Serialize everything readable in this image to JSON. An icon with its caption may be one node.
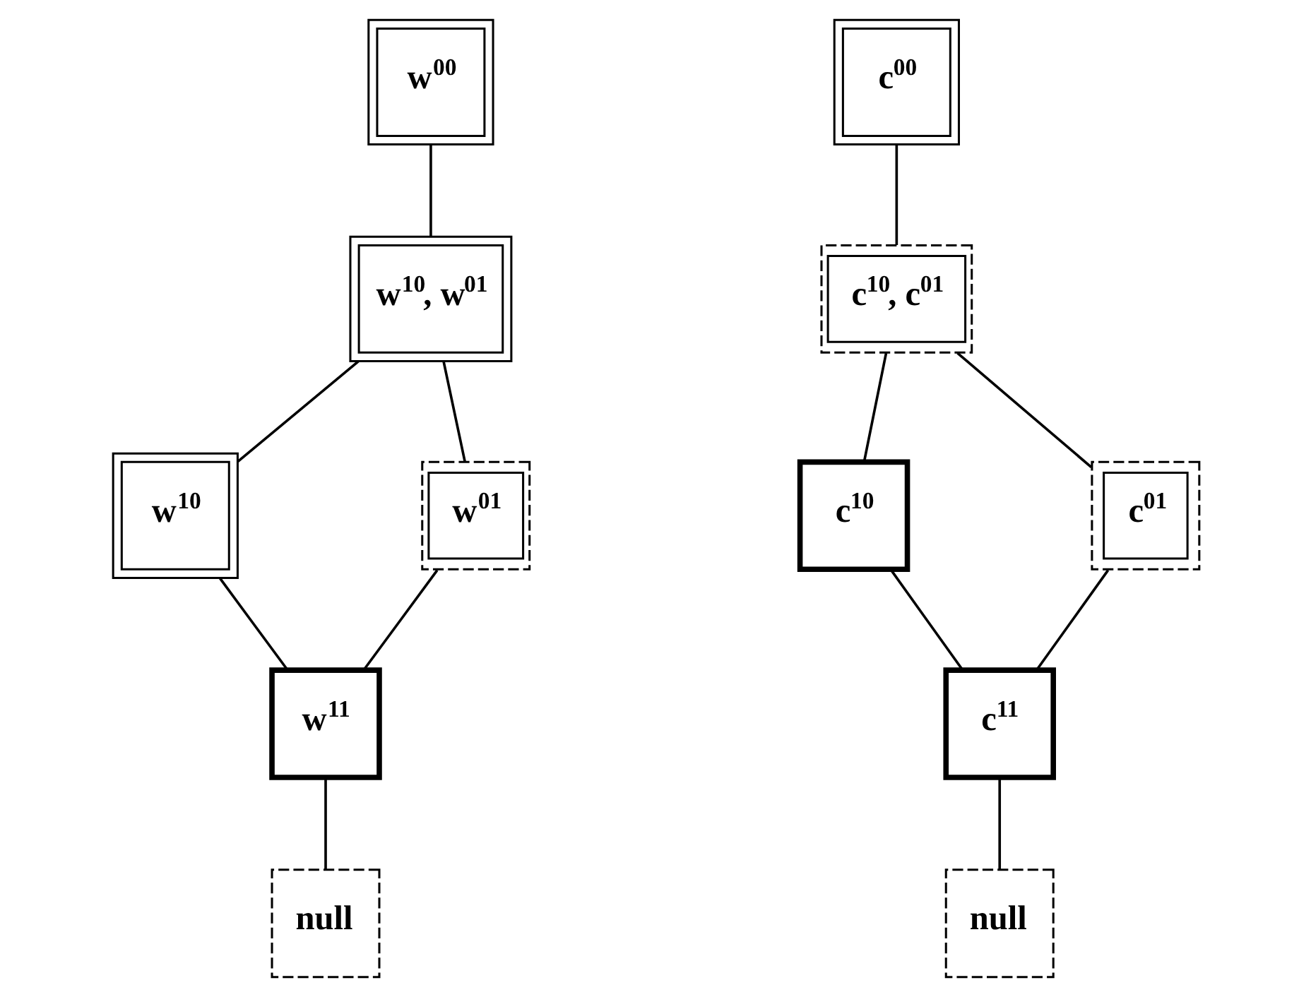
{
  "diagram": {
    "nodes": [
      {
        "text": [
          "w$^{00}$"
        ]
      },
      {
        "text": [
          "w$^{10}$, w$^{01}$"
        ]
      },
      {
        "text": [
          "w$^{10}$"
        ]
      },
      {
        "text": [
          "w$^{01}$"
        ]
      },
      {
        "text": [
          "w$^{11}$"
        ]
      },
      {
        "text": [
          "null"
        ]
      },
      {
        "text": [
          "c$^{00}$"
        ]
      },
      {
        "text": [
          "c$^{10}$, c$^{01}$"
        ]
      },
      {
        "text": [
          "c$^{10}$"
        ]
      },
      {
        "text": [
          "c$^{01}$"
        ]
      },
      {
        "text": [
          "c$^{11}$"
        ]
      },
      {
        "text": [
          "null"
        ]
      }
    ],
    "edges": [
      {
        "from": 0,
        "to": 1,
        "arrow": "none"
      },
      {
        "from": 1,
        "to": 2,
        "arrow": "none"
      },
      {
        "from": 1,
        "to": 3,
        "arrow": "none"
      },
      {
        "from": 2,
        "to": 4,
        "arrow": "none"
      },
      {
        "from": 3,
        "to": 4,
        "arrow": "none"
      },
      {
        "from": 4,
        "to": 5,
        "arrow": "none"
      },
      {
        "from": 6,
        "to": 7,
        "arrow": "none"
      },
      {
        "from": 7,
        "to": 8,
        "arrow": "none"
      },
      {
        "from": 7,
        "to": 9,
        "arrow": "none"
      },
      {
        "from": 8,
        "to": 10,
        "arrow": "none"
      },
      {
        "from": 9,
        "to": 10,
        "arrow": "none"
      },
      {
        "from": 10,
        "to": 11,
        "arrow": "none"
      }
    ]
  }
}
